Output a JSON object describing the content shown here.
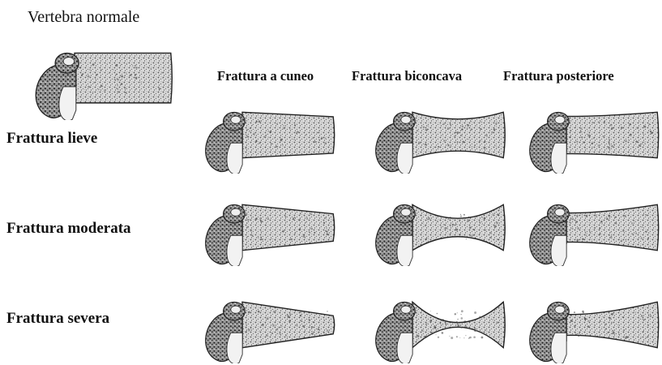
{
  "normal": {
    "title": "Vertebra normale"
  },
  "columns": [
    {
      "label": "Frattura a cuneo",
      "type": "wedge"
    },
    {
      "label": "Frattura biconcava",
      "type": "biconcave"
    },
    {
      "label": "Frattura posteriore",
      "type": "posterior"
    }
  ],
  "rows": [
    {
      "label": "Frattura  lieve",
      "severity": "mild"
    },
    {
      "label": "Frattura moderata",
      "severity": "moderate"
    },
    {
      "label": "Frattura severa",
      "severity": "severe"
    }
  ]
}
